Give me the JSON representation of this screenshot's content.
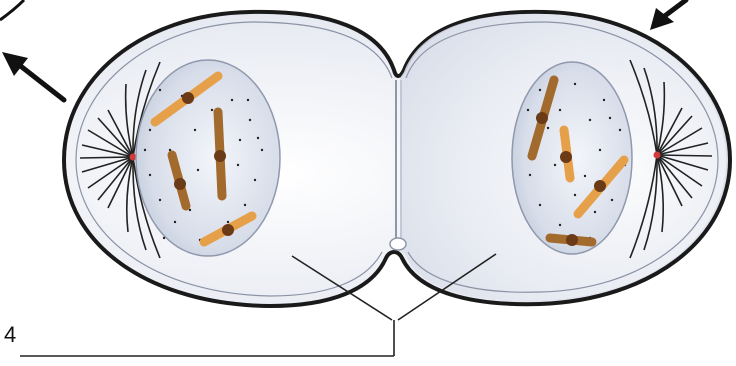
{
  "diagram": {
    "title": "",
    "labels": [
      {
        "id": "label-4",
        "text": "4"
      }
    ],
    "structures": [
      {
        "name": "cell-membrane"
      },
      {
        "name": "cleavage-furrow"
      },
      {
        "name": "left-daughter-nucleus",
        "chromosomes": 4
      },
      {
        "name": "right-daughter-nucleus",
        "chromosomes": 4
      },
      {
        "name": "left-spindle-aster"
      },
      {
        "name": "right-spindle-aster"
      }
    ],
    "colors": {
      "cytoplasm": "#e4e8f1",
      "membrane": "#1a1a1a",
      "nucleus": "#c6cede",
      "chromosome": "#e7a04a",
      "centromere": "#6b3a16",
      "centriole": "#d23a3a",
      "arrow": "#111111"
    }
  }
}
